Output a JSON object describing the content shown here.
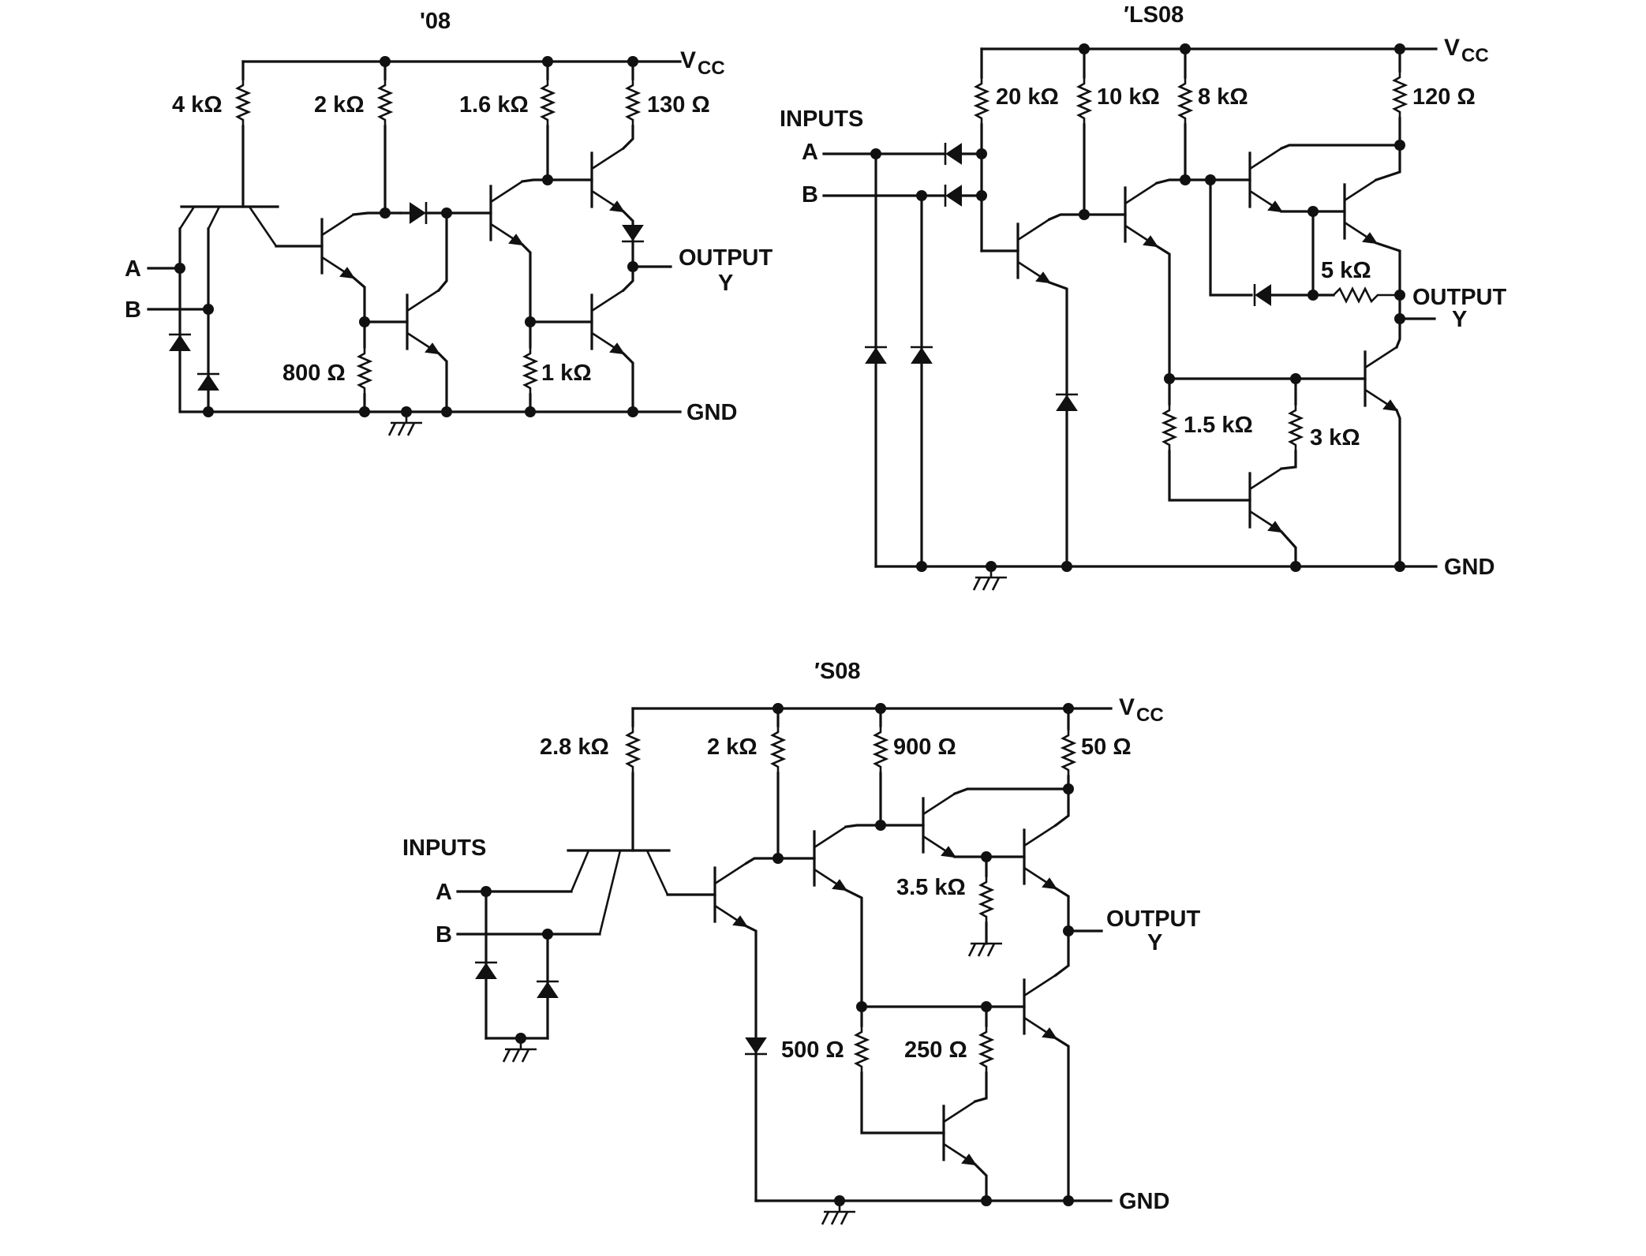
{
  "diagrams": [
    {
      "title": "'08",
      "labels": {
        "vcc": "V",
        "vcc_sub": "CC",
        "gnd": "GND",
        "in_a": "A",
        "in_b": "B",
        "output": "OUTPUT",
        "output_y": "Y",
        "r1": "4 kΩ",
        "r2": "2 kΩ",
        "r3": "1.6 kΩ",
        "r4": "130 Ω",
        "r5": "800 Ω",
        "r6": "1 kΩ"
      }
    },
    {
      "title": "′LS08",
      "labels": {
        "vcc": "V",
        "vcc_sub": "CC",
        "gnd": "GND",
        "inputs": "INPUTS",
        "in_a": "A",
        "in_b": "B",
        "output": "OUTPUT",
        "output_y": "Y",
        "r1": "20 kΩ",
        "r2": "10 kΩ",
        "r3": "8 kΩ",
        "r4": "120 Ω",
        "r5": "5 kΩ",
        "r6": "1.5 kΩ",
        "r7": "3 kΩ"
      }
    },
    {
      "title": "′S08",
      "labels": {
        "vcc": "V",
        "vcc_sub": "CC",
        "gnd": "GND",
        "inputs": "INPUTS",
        "in_a": "A",
        "in_b": "B",
        "output": "OUTPUT",
        "output_y": "Y",
        "r1": "2.8 kΩ",
        "r2": "2 kΩ",
        "r3": "900 Ω",
        "r4": "50 Ω",
        "r5": "3.5 kΩ",
        "r6": "500 Ω",
        "r7": "250 Ω"
      }
    }
  ],
  "colors": {
    "ink": "#111111",
    "background": "#ffffff"
  }
}
